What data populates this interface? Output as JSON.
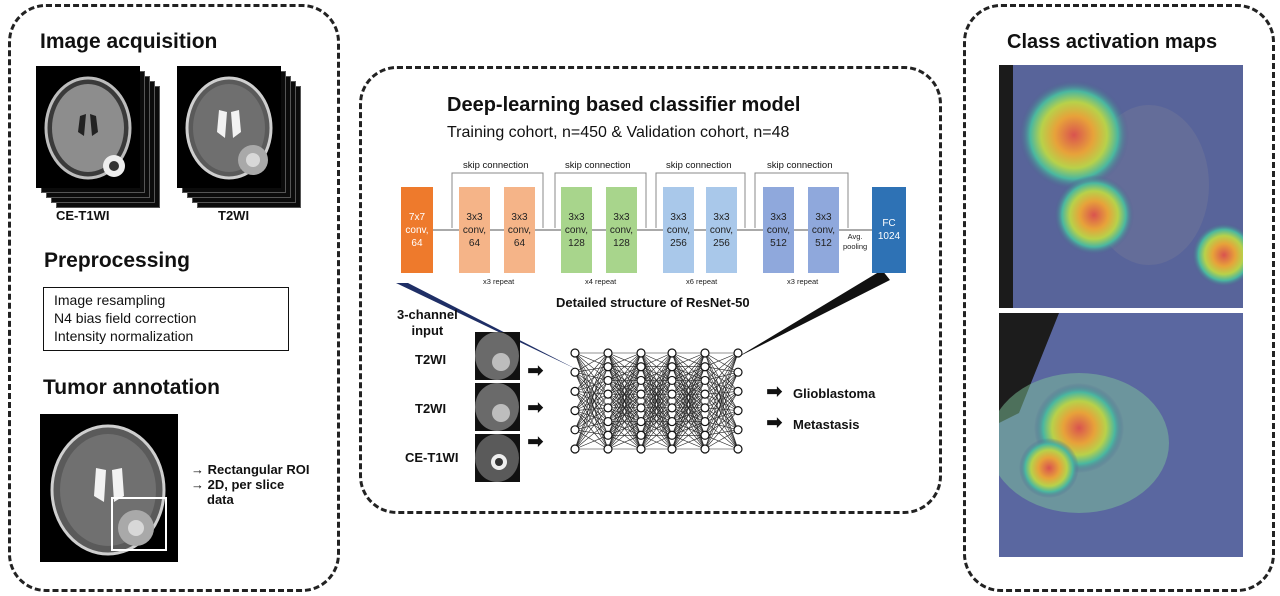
{
  "left_panel": {
    "acquisition_title": "Image acquisition",
    "ce_label": "CE-T1WI",
    "t2_label": "T2WI",
    "preprocessing_title": "Preprocessing",
    "preprocessing_steps": [
      "Image resampling",
      "N4 bias field correction",
      "Intensity normalization"
    ],
    "annotation_title": "Tumor annotation",
    "annotation_notes": [
      "→ Rectangular ROI",
      "→ 2D, per slice",
      "data"
    ]
  },
  "center_panel": {
    "title": "Deep-learning based classifier model",
    "subtitle": "Training cohort, n=450 & Validation cohort, n=48",
    "skip_label": "skip connection",
    "blocks": [
      {
        "label": "7x7\nconv,\n64",
        "color": "#ee7a2c"
      },
      {
        "label": "3x3\nconv,\n64",
        "color": "#f5b488"
      },
      {
        "label": "3x3\nconv,\n64",
        "color": "#f5b488"
      },
      {
        "label": "3x3\nconv,\n128",
        "color": "#a8d58c"
      },
      {
        "label": "3x3\nconv,\n128",
        "color": "#a8d58c"
      },
      {
        "label": "3x3\nconv,\n256",
        "color": "#a9c8ea"
      },
      {
        "label": "3x3\nconv,\n256",
        "color": "#a9c8ea"
      },
      {
        "label": "3x3\nconv,\n512",
        "color": "#8fa8dc"
      },
      {
        "label": "3x3\nconv,\n512",
        "color": "#8fa8dc"
      },
      {
        "label": "FC\n1024",
        "color": "#2e72b5"
      }
    ],
    "repeats": [
      "x3 repeat",
      "x4 repeat",
      "x6 repeat",
      "x3 repeat"
    ],
    "pooling_label": "Avg.\npooling",
    "structure_caption": "Detailed structure of ResNet-50",
    "input_title": "3-channel\ninput",
    "input_channels": [
      "T2WI",
      "T2WI",
      "CE-T1WI"
    ],
    "outputs": [
      "Glioblastoma",
      "Metastasis"
    ]
  },
  "right_panel": {
    "title": "Class activation maps"
  }
}
